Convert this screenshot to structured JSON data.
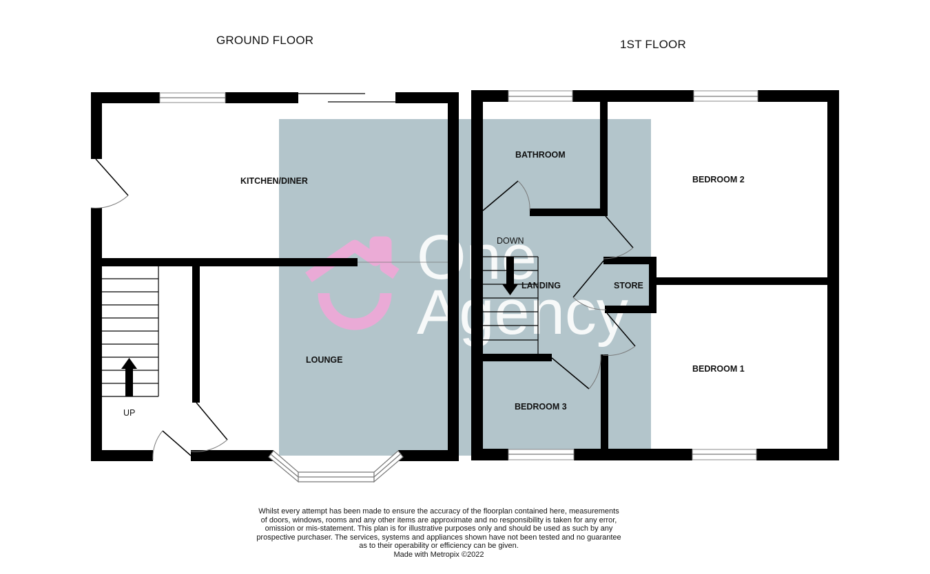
{
  "floors": {
    "ground": {
      "title": "GROUND FLOOR",
      "rooms": {
        "kitchen": "KITCHEN/DINER",
        "lounge": "LOUNGE"
      },
      "stairs_label": "UP"
    },
    "first": {
      "title": "1ST FLOOR",
      "rooms": {
        "bathroom": "BATHROOM",
        "bedroom2": "BEDROOM 2",
        "landing": "LANDING",
        "store": "STORE",
        "bedroom1": "BEDROOM 1",
        "bedroom3": "BEDROOM 3"
      },
      "stairs_label": "DOWN"
    }
  },
  "watermark": {
    "text_line1": "One",
    "text_line2": "Agency",
    "logo_color": "#f4a6d8",
    "overlay_color": "#b3c5cb"
  },
  "colors": {
    "wall": "#000000",
    "background": "#ffffff"
  },
  "disclaimer": {
    "lines": [
      "Whilst every attempt has been made to ensure the accuracy of the floorplan contained here, measurements",
      "of doors, windows, rooms and any other items are approximate and no responsibility is taken for any error,",
      "omission or mis-statement. This plan is for illustrative purposes only and should be used as such by any",
      "prospective purchaser. The services, systems and appliances shown have not been tested and no guarantee",
      "as to their operability or efficiency can be given."
    ],
    "credit": "Made with Metropix ©2022"
  }
}
